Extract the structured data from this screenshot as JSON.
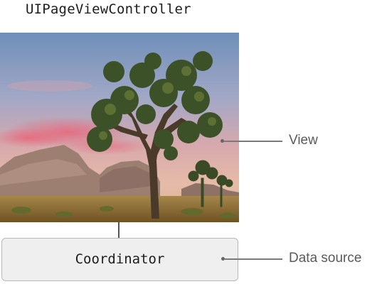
{
  "diagram": {
    "title": "UIPageViewController",
    "coordinator_label": "Coordinator",
    "callouts": {
      "view": "View",
      "data_source": "Data source"
    }
  },
  "colors": {
    "sky_top": "#7f9fc4",
    "sky_bottom": "#e9b0a6",
    "cloud": "#e46f7a",
    "rock": "#9e8278",
    "ground": "#8f6b2f",
    "tree_foliage": "#3d5128",
    "box_fill": "#efefef",
    "box_border": "#b9b9b9"
  }
}
